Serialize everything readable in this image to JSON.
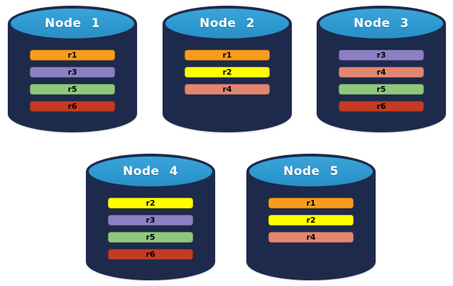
{
  "diagram": {
    "background_color": "#FFFFFF",
    "node_body_color": "#1E2A4C",
    "node_top_color": "#2E98D0",
    "title_color": "#FFFFFF",
    "replica_colors": {
      "r1": "#F89C1C",
      "r2": "#FFFF00",
      "r3": "#8E7FC5",
      "r4": "#E28672",
      "r5": "#8FC87D",
      "r6": "#C43B22"
    },
    "nodes": [
      {
        "title": "Node 1",
        "replicas": [
          "r1",
          "r3",
          "r5",
          "r6"
        ]
      },
      {
        "title": "Node 2",
        "replicas": [
          "r1",
          "r2",
          "r4"
        ]
      },
      {
        "title": "Node 3",
        "replicas": [
          "r3",
          "r4",
          "r5",
          "r6"
        ]
      },
      {
        "title": "Node 4",
        "replicas": [
          "r2",
          "r3",
          "r5",
          "r6"
        ]
      },
      {
        "title": "Node 5",
        "replicas": [
          "r1",
          "r2",
          "r4"
        ]
      }
    ]
  }
}
